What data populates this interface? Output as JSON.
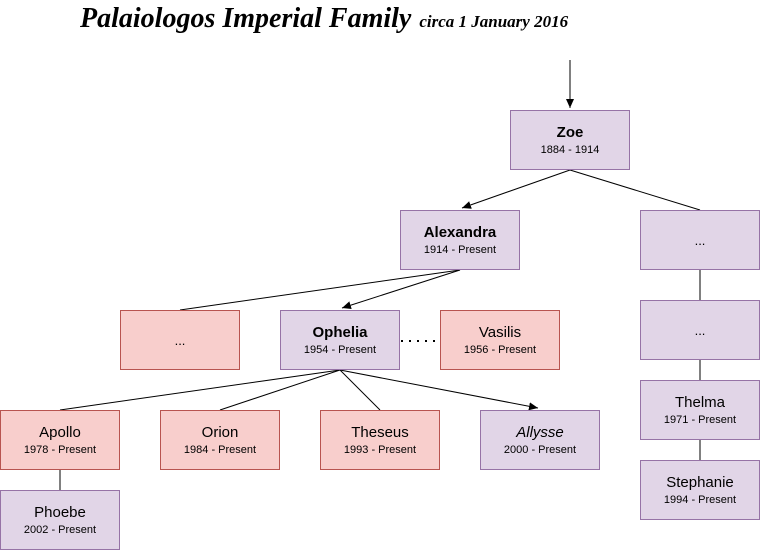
{
  "title": {
    "main": "Palaiologos Imperial Family",
    "sub": "circa 1 January 2016"
  },
  "colors": {
    "purple_fill": "#e1d5e7",
    "purple_border": "#9673a6",
    "red_fill": "#f8cecc",
    "red_border": "#b85450"
  },
  "nodes": {
    "zoe": {
      "name": "Zoe",
      "years": "1884 - 1914"
    },
    "alexandra": {
      "name": "Alexandra",
      "years": "1914 - Present"
    },
    "right_unknown_1": {
      "name": "..."
    },
    "left_unknown": {
      "name": "..."
    },
    "ophelia": {
      "name": "Ophelia",
      "years": "1954 - Present"
    },
    "vasilis": {
      "name": "Vasilis",
      "years": "1956 - Present"
    },
    "right_unknown_2": {
      "name": "..."
    },
    "apollo": {
      "name": "Apollo",
      "years": "1978 - Present"
    },
    "orion": {
      "name": "Orion",
      "years": "1984 - Present"
    },
    "theseus": {
      "name": "Theseus",
      "years": "1993 - Present"
    },
    "allysse": {
      "name": "Allysse",
      "years": "2000 - Present"
    },
    "thelma": {
      "name": "Thelma",
      "years": "1971 - Present"
    },
    "phoebe": {
      "name": "Phoebe",
      "years": "2002 - Present"
    },
    "stephanie": {
      "name": "Stephanie",
      "years": "1994 - Present"
    }
  }
}
